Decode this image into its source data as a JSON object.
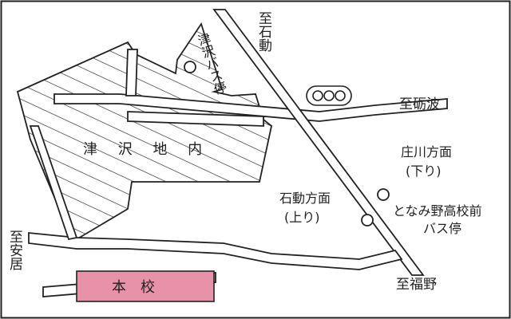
{
  "map": {
    "direction_labels": {
      "ishido": "至石動",
      "tonami": "至砺波",
      "anzui": "至安居",
      "fukuno": "至福野"
    },
    "area_name": "津 沢 地 内",
    "bus_stops": {
      "tsuzawa": "津沢バス停",
      "tonami_high": "となみ野高校前バス停"
    },
    "direction_signs": {
      "shokawa": {
        "line1": "庄川方面",
        "line2": "(下り)"
      },
      "ishido": {
        "line1": "石動方面",
        "line2": "(上り)"
      }
    },
    "school": {
      "label": "本　校"
    },
    "colors": {
      "school_fill": "#e792a8",
      "line": "#222222",
      "background": "#ffffff"
    },
    "icons": [
      "bus-stop-icon",
      "traffic-signal-icon"
    ]
  }
}
